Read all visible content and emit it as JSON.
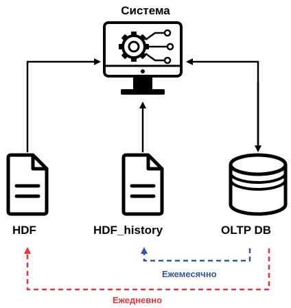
{
  "title": "Система",
  "nodes": {
    "hdf": {
      "label": "HDF",
      "icon": "document-icon"
    },
    "hdf_history": {
      "label": "HDF_history",
      "icon": "document-icon"
    },
    "oltp": {
      "label": "OLTP DB",
      "icon": "database-icon"
    },
    "system": {
      "icon": "monitor-gear-icon"
    }
  },
  "edges": {
    "monthly": {
      "label": "Ежемесячно",
      "color": "#2f55a4",
      "from": "OLTP DB",
      "to": "HDF_history"
    },
    "daily": {
      "label": "Ежедневно",
      "color": "#e8343a",
      "from": "OLTP DB",
      "to": "HDF"
    }
  }
}
